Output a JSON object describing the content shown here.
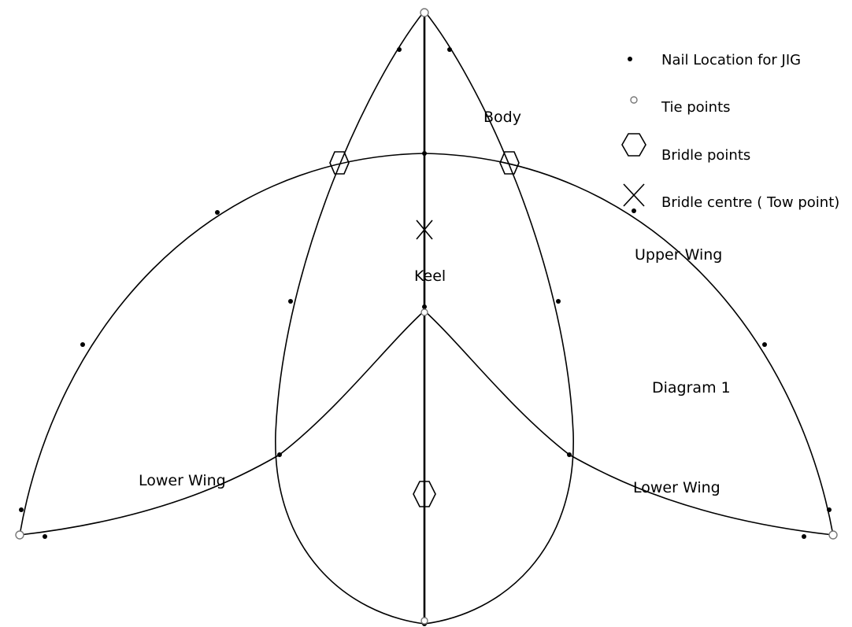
{
  "labels": {
    "body": "Body",
    "keel": "Keel",
    "upper_wing": "Upper Wing",
    "lower_wing_left": "Lower Wing",
    "lower_wing_right": "Lower Wing",
    "diagram_title": "Diagram 1"
  },
  "legend": {
    "nail": "Nail Location for JIG",
    "tie": "Tie points",
    "bridle": "Bridle points",
    "bridle_centre": "Bridle centre ( Tow point)"
  }
}
